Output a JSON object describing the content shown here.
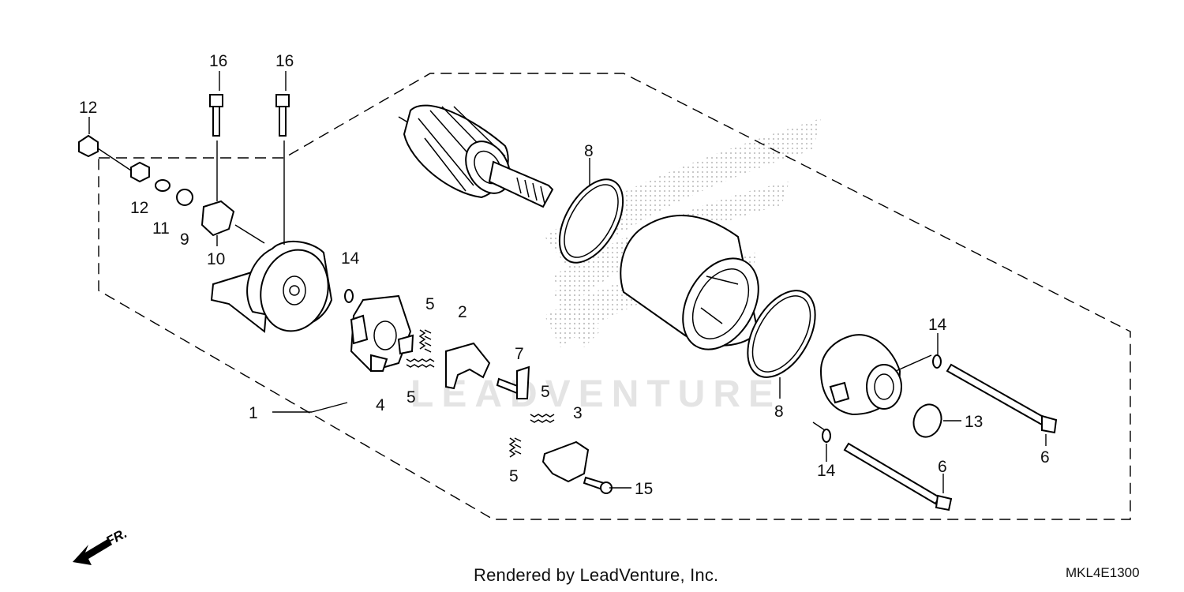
{
  "diagram": {
    "callouts": {
      "c1": "1",
      "c2": "2",
      "c3": "3",
      "c4": "4",
      "c5a": "5",
      "c5b": "5",
      "c5c": "5",
      "c5d": "5",
      "c6a": "6",
      "c6b": "6",
      "c7": "7",
      "c8a": "8",
      "c8b": "8",
      "c9": "9",
      "c10": "10",
      "c11": "11",
      "c12a": "12",
      "c12b": "12",
      "c13": "13",
      "c14a": "14",
      "c14b": "14",
      "c14c": "14",
      "c15": "15",
      "c16a": "16",
      "c16b": "16"
    },
    "watermark": "LEADVENTURE",
    "front_label": "FR."
  },
  "footer": {
    "credit": "Rendered by LeadVenture, Inc.",
    "code": "MKL4E1300"
  }
}
